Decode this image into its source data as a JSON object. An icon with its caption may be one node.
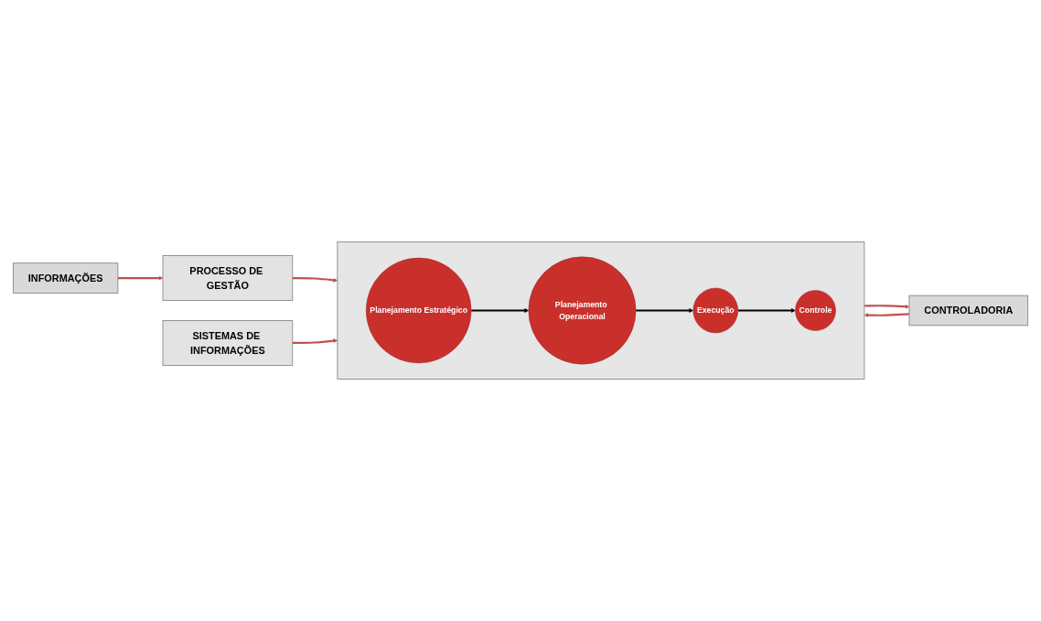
{
  "diagram": {
    "nodes": [
      {
        "text": [
          "INFORMAÇÕES"
        ]
      },
      {
        "text": [
          "PROCESSO DE GESTÃO"
        ]
      },
      {
        "text": [],
        "shape": "box"
      },
      {
        "text": [
          "Planejamento Estratégico"
        ],
        "in": 2
      },
      {
        "text": [
          "Planejamento Operacional"
        ],
        "in": 2
      },
      {
        "text": [
          "Execução"
        ],
        "in": 2
      },
      {
        "text": [
          "Controle"
        ],
        "in": 2
      },
      {
        "text": [
          "CONTROLADORIA"
        ]
      },
      {
        "text": [
          "SISTEMAS DE INFORMAÇÕES"
        ]
      }
    ],
    "edges": [
      {
        "from": 0,
        "to": 1,
        "arrow": "to"
      },
      {
        "from": 1,
        "to": 2,
        "arrow": "to"
      },
      {
        "from": 3,
        "to": 4,
        "arrow": "to",
        "color": "#000000"
      },
      {
        "from": 4,
        "to": 5,
        "arrow": "to",
        "color": "#000000"
      },
      {
        "from": 5,
        "to": 6,
        "arrow": "to",
        "color": "#000000"
      },
      {
        "from": 2,
        "to": 7,
        "arrow": "to"
      },
      {
        "from": 7,
        "to": 2,
        "arrow": "to"
      },
      {
        "from": 8,
        "to": 2,
        "arrow": "to"
      }
    ]
  }
}
